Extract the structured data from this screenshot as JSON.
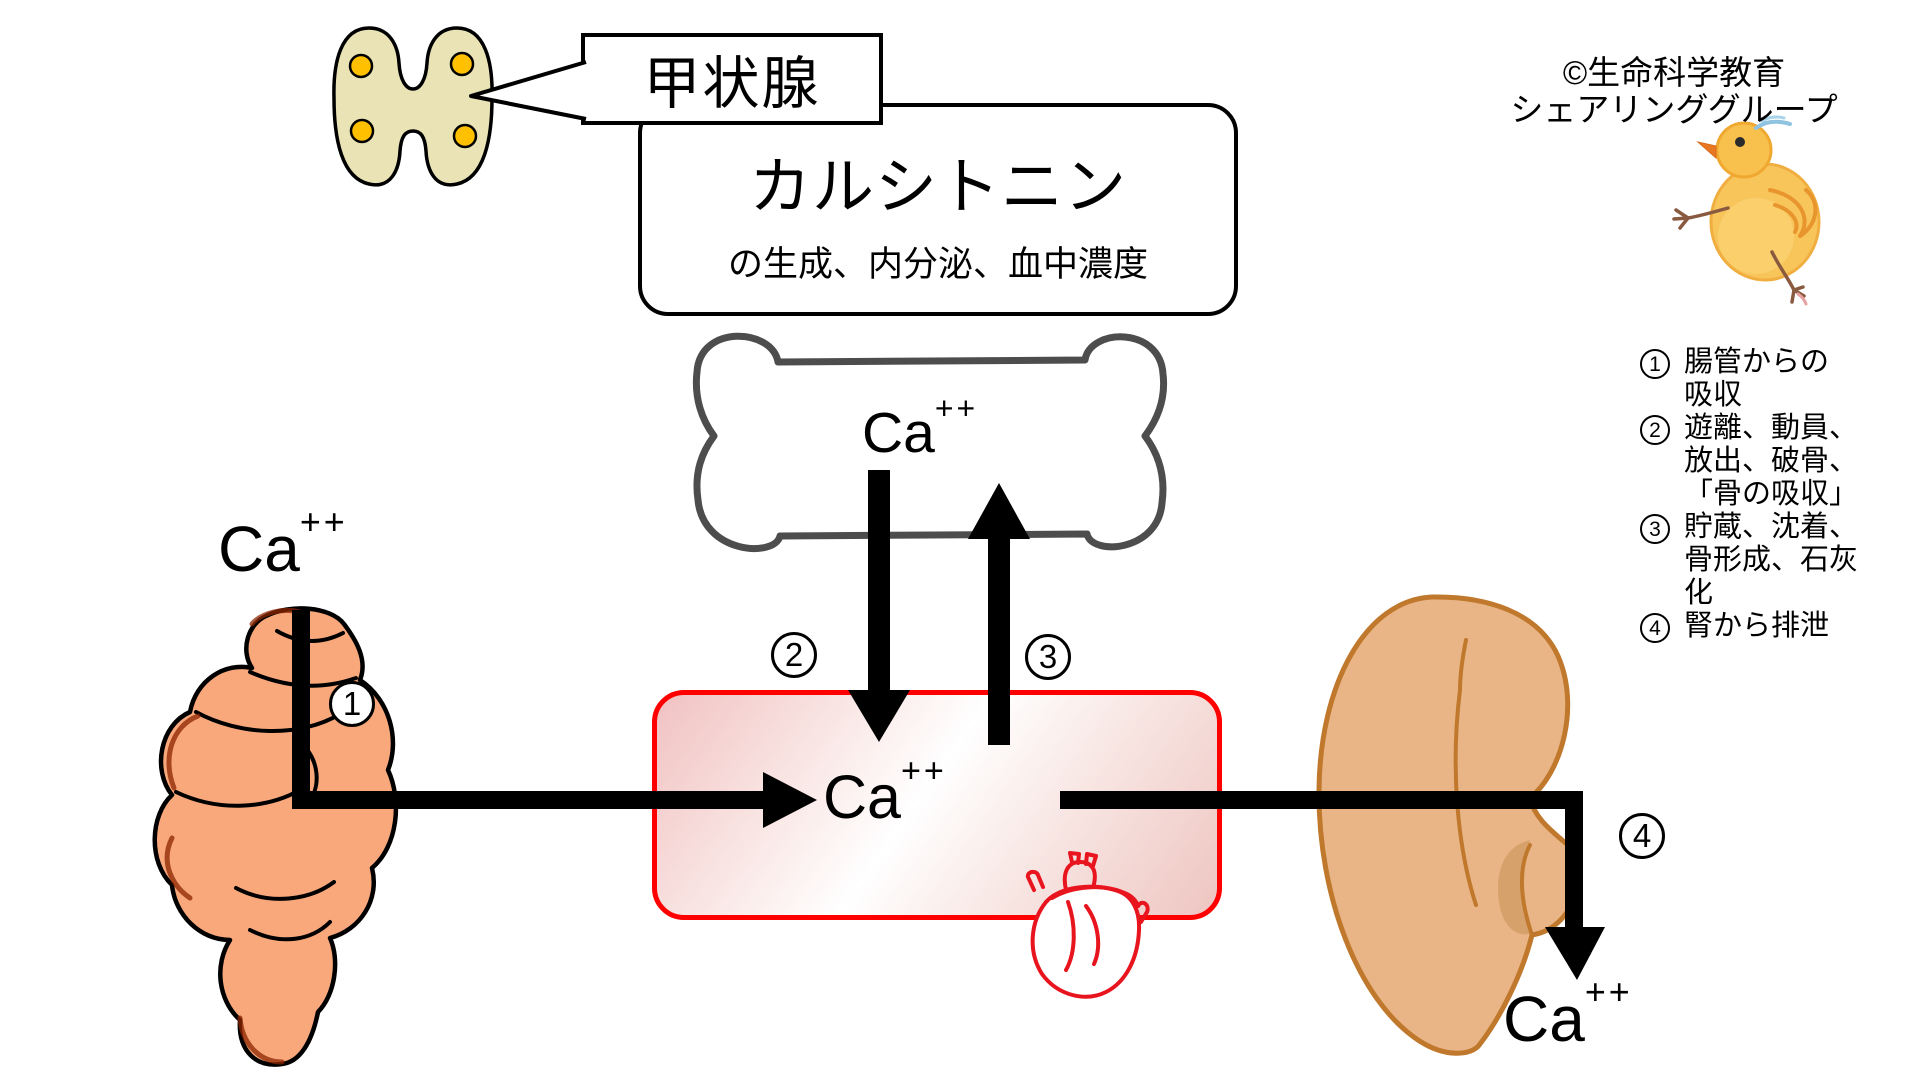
{
  "copyright": {
    "line1": "©生命科学教育",
    "line2": "シェアリンググループ"
  },
  "thyroid_callout": {
    "label": "甲状腺"
  },
  "calcitonin_box": {
    "title": "カルシトニン",
    "subtitle": "の生成、内分泌、血中濃度"
  },
  "ca_labels": {
    "bone": {
      "base": "Ca",
      "sup": "++"
    },
    "intestine": {
      "base": "Ca",
      "sup": "++"
    },
    "blood": {
      "base": "Ca",
      "sup": "++"
    },
    "kidney": {
      "base": "Ca",
      "sup": "++"
    }
  },
  "step_markers": {
    "step1": "1",
    "step2": "2",
    "step3": "3",
    "step4": "4"
  },
  "legend": {
    "items": [
      {
        "num": "1",
        "lines": [
          "腸管からの",
          "吸収"
        ]
      },
      {
        "num": "2",
        "lines": [
          "遊離、動員、",
          "放出、破骨、",
          "「骨の吸収」"
        ]
      },
      {
        "num": "3",
        "lines": [
          "貯蔵、沈着、",
          "骨形成、石灰",
          "化"
        ]
      },
      {
        "num": "4",
        "lines": [
          "腎から排泄"
        ]
      }
    ]
  },
  "colors": {
    "arrow_black": "#000000",
    "box_border": "#000000",
    "blood_box_border": "#ff0000",
    "bone_outline": "#4d4d4d",
    "bone_fill": "#ffffff",
    "thyroid_fill": "#eae3b5",
    "parathyroid_fill": "#ffc000",
    "intestine_fill": "#f9a87c",
    "intestine_shadow": "#8c2500",
    "kidney_fill": "#e9b586",
    "kidney_outline": "#c0782c",
    "heart_red": "#e8141e",
    "chick_body": "#f8c14e",
    "chick_wing": "#e8952e",
    "chick_leg": "#8a5a40"
  }
}
